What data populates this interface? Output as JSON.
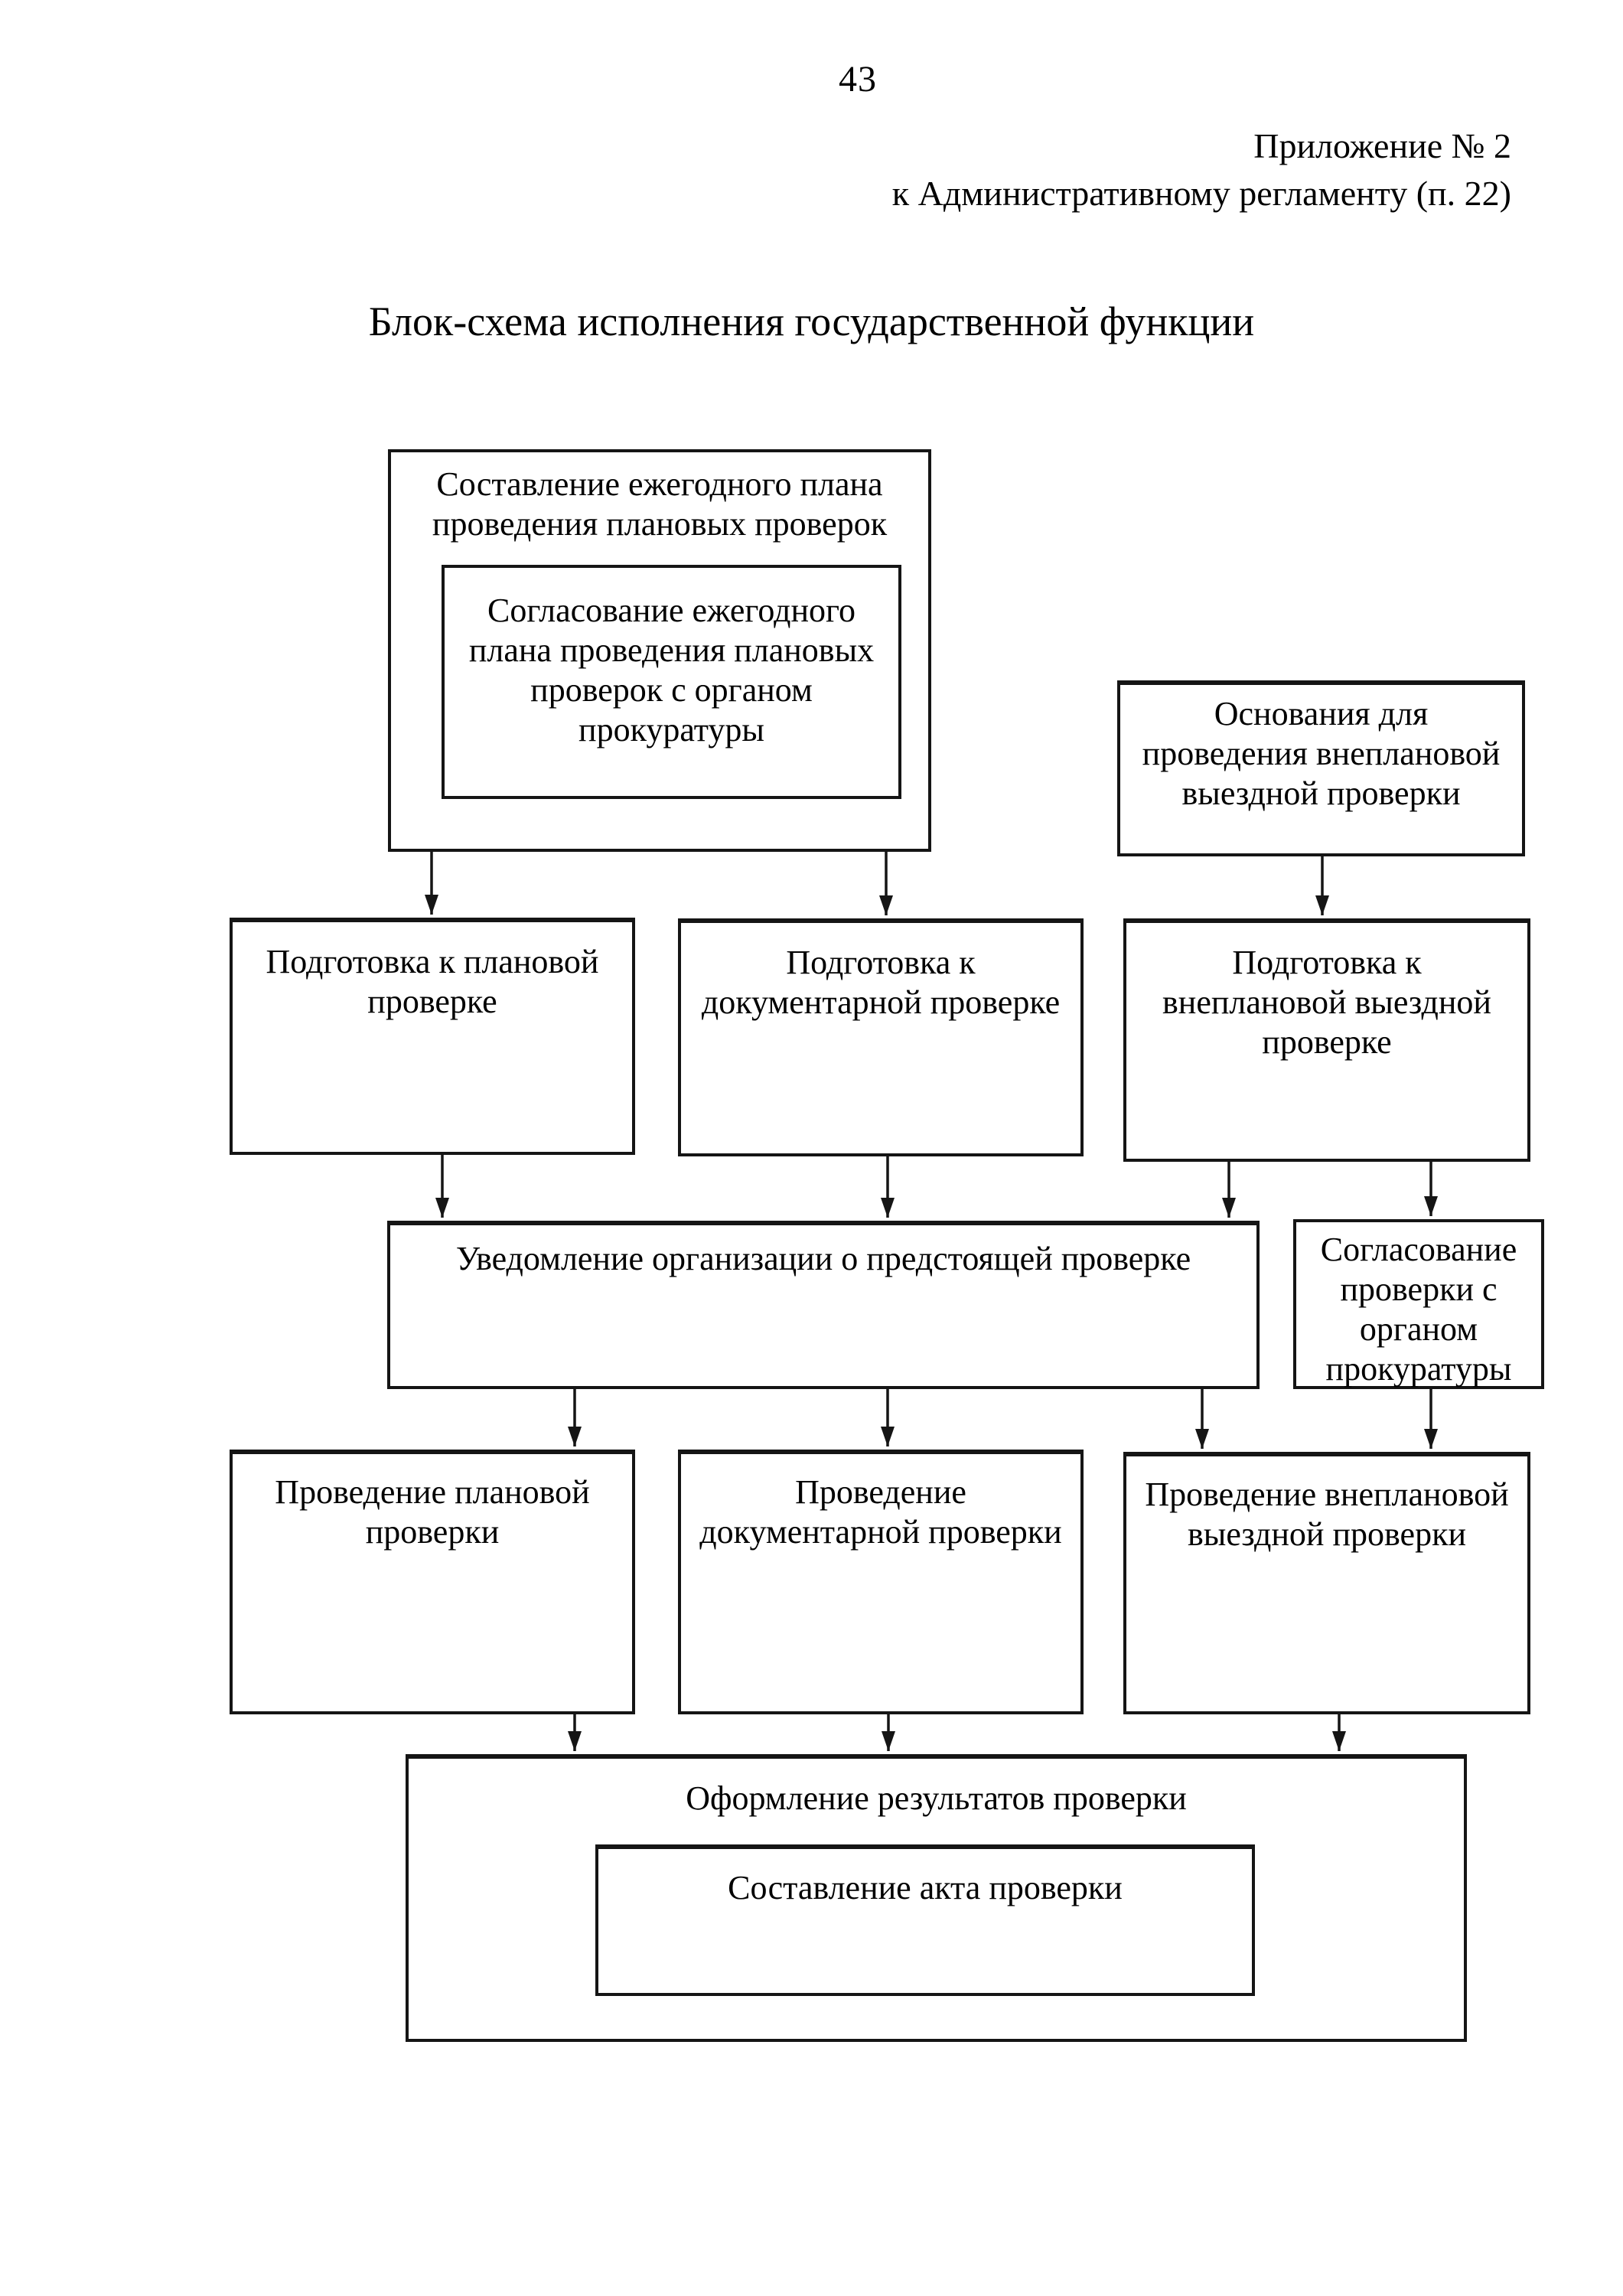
{
  "page": {
    "page_number": "43",
    "annex": {
      "line1": "Приложение № 2",
      "line2": "к Административному регламенту (п. 22)"
    },
    "title": "Блок-схема исполнения государственной функции"
  },
  "flowchart": {
    "boxes": {
      "annual_plan": "Составление ежегодного плана\nпроведения плановых проверок",
      "plan_approval": "Согласование ежегодного\nплана проведения плановых\nпроверок с органом\nпрокуратуры",
      "unscheduled_grounds": "Основания для\nпроведения внеплановой\nвыездной проверки",
      "prep_planned": "Подготовка к плановой\nпроверке",
      "prep_documentary": "Подготовка к\nдокументарной проверке",
      "prep_unscheduled": "Подготовка к\nвнеплановой выездной\nпроверке",
      "notification": "Уведомление организации о предстоящей проверке",
      "inspection_approval": "Согласование\nпроверки с\nорганом\nпрокуратуры",
      "conduct_planned": "Проведение плановой\nпроверки",
      "conduct_documentary": "Проведение\nдокументарной проверки",
      "conduct_unscheduled": "Проведение внеплановой\nвыездной проверки",
      "results_registration": "Оформление результатов проверки",
      "act_composition": "Составление акта проверки"
    }
  }
}
